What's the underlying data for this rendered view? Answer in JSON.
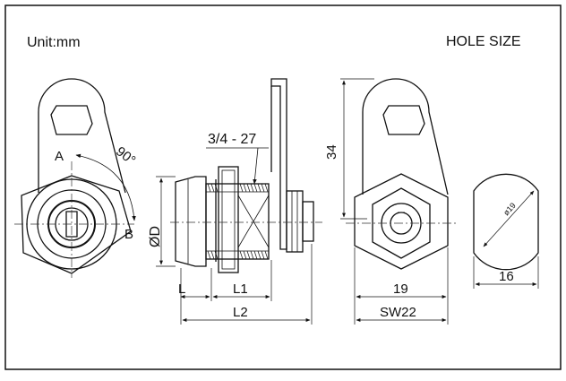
{
  "header": {
    "unit_label": "Unit:mm",
    "hole_size_label": "HOLE SIZE"
  },
  "front_view": {
    "label_a": "A",
    "label_b": "B",
    "rotation_angle": "90°"
  },
  "side_view": {
    "thread_spec": "3/4 - 27",
    "diameter_label": "ØD",
    "dim_l": "L",
    "dim_l1": "L1",
    "dim_l2": "L2"
  },
  "rear_view": {
    "height_dim": "34",
    "width_dim": "19",
    "wrench_size": "SW22"
  },
  "hole_view": {
    "hole_diameter": "ø19",
    "flat_width": "16"
  }
}
